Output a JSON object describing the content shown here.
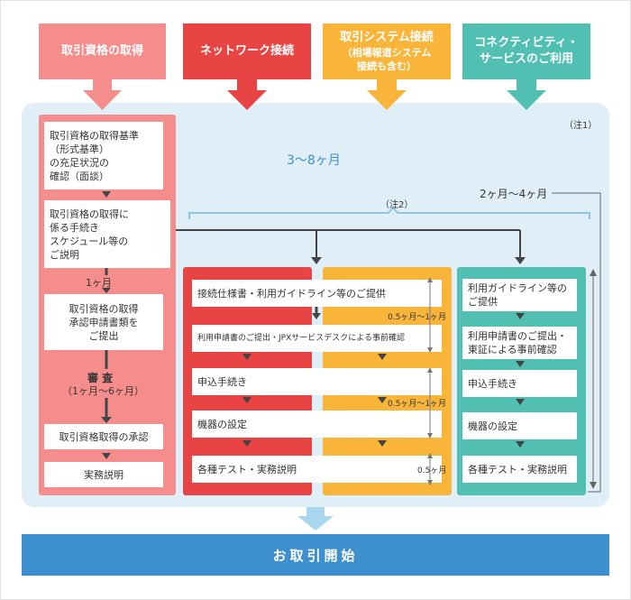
{
  "headers": [
    {
      "label": "取引資格の取得",
      "sub": "",
      "color": "#f58d8d"
    },
    {
      "label": "ネットワーク接続",
      "sub": "",
      "color": "#e94444"
    },
    {
      "label": "取引システム接続",
      "sub": "（相場報道システム\n接続も含む）",
      "color": "#f9b53a"
    },
    {
      "label": "コネクティビティ・\nサービスのご利用",
      "sub": "",
      "color": "#51c0b3"
    }
  ],
  "note1": "（注1）",
  "note2": "（注2）",
  "total_duration": "3～8ヶ月",
  "connectivity_duration": "2ヶ月～4ヶ月",
  "qualification_steps": [
    "取引資格の取得基準\n（形式基準）\nの充足状況の\n確認（面談）",
    "取引資格の取得に\n係る手続き\nスケジュール等の\nご説明",
    "取引資格の取得\n承認申請書類を\nご提出",
    "取引資格取得の承認",
    "実務説明"
  ],
  "one_month": "1ヶ月",
  "review_title": "審 査",
  "review_duration": "（1ヶ月～6ヶ月）",
  "network_steps": [
    "接続仕様書・利用ガイドライン等のご提供",
    "利用申請書のご提出・JPXサービスデスクによる事前確認",
    "申込手続き",
    "機器の設定",
    "各種テスト・実務説明"
  ],
  "durations": [
    "0.5ヶ月～1ヶ月",
    "0.5ヶ月～1ヶ月",
    "0.5ヶ月"
  ],
  "connectivity_steps": [
    "利用ガイドライン等の\nご提供",
    "利用申請書のご提出・\n東証による事前確認",
    "申込手続き",
    "機器の設定",
    "各種テスト・実務説明"
  ],
  "start_label": "お取引開始",
  "colors": {
    "pink": "#f58d8d",
    "red": "#e94444",
    "orange": "#f9b53a",
    "teal": "#51c0b3",
    "blue": "#3e8fcd",
    "panel": "#e0eff7"
  }
}
